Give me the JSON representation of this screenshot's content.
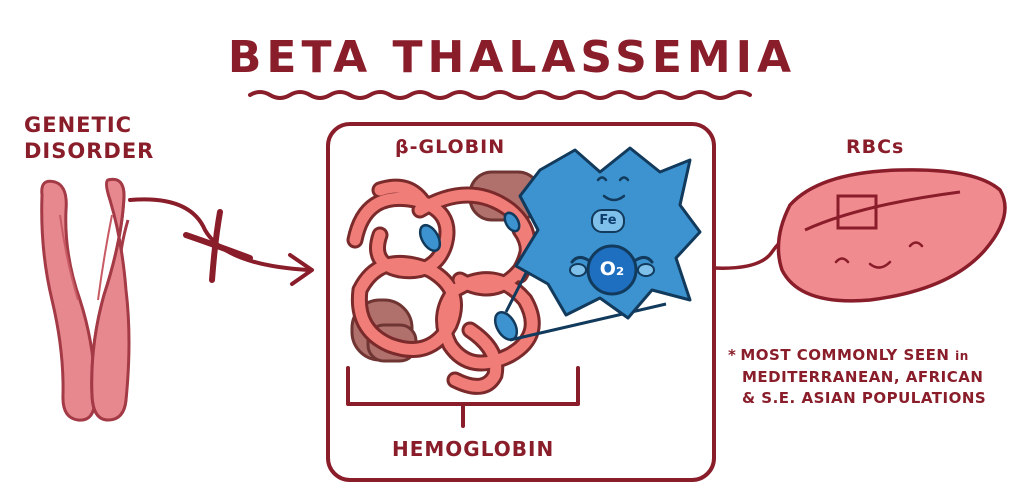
{
  "title": "BETA THALASSEMIA",
  "labels": {
    "genetic_disorder_line1": "GENETIC",
    "genetic_disorder_line2": "DISORDER",
    "beta_globin": "β-GLOBIN",
    "hemoglobin": "HEMOGLOBIN",
    "rbcs": "RBCs",
    "iron": "Fe",
    "oxygen": "O₂"
  },
  "note": {
    "star": "*",
    "line1_main": "MOST COMMONLY SEEN",
    "line1_small": "in",
    "line2": "MEDITERRANEAN, AFRICAN",
    "line3": "& S.E. ASIAN POPULATIONS"
  },
  "colors": {
    "text": "#8a1d2a",
    "chromosome": "#e6888e",
    "globin": "#f07d78",
    "globin_dark": "#b0706c",
    "heme_blue": "#3d93cf",
    "rbc": "#f08c90"
  }
}
